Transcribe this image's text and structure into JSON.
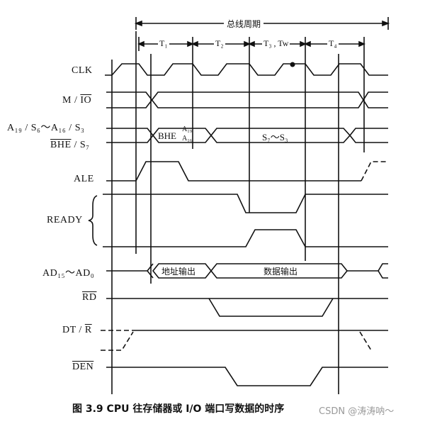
{
  "title": "总线周期",
  "states": [
    "T₁",
    "T₂",
    "T₃ , Tw",
    "T₄"
  ],
  "signals": {
    "clk": "CLK",
    "mio_prefix": "M / ",
    "mio_bar": "IO",
    "a19_line1": "A₁₉ / S₆～A₁₆ / S₃",
    "bhe_bar": "BHE",
    "bhe_suffix": " / S₇",
    "ale": "ALE",
    "ready": "READY",
    "ad": "AD₁₅～AD₀",
    "rd_bar": "RD",
    "dt_prefix": "DT / ",
    "dt_bar": "R",
    "den_bar": "DEN"
  },
  "bus_values": {
    "bhe_a": "BHE",
    "a19": "A₁₉",
    "a16": "A₁₆",
    "s7s3": "S₇～S₃",
    "addr_out": "地址输出",
    "data_out": "数据输出"
  },
  "caption": "图 3.9   CPU 往存储器或 I/O 端口写数据的时序",
  "watermark": "CSDN @涛涛呐～"
}
